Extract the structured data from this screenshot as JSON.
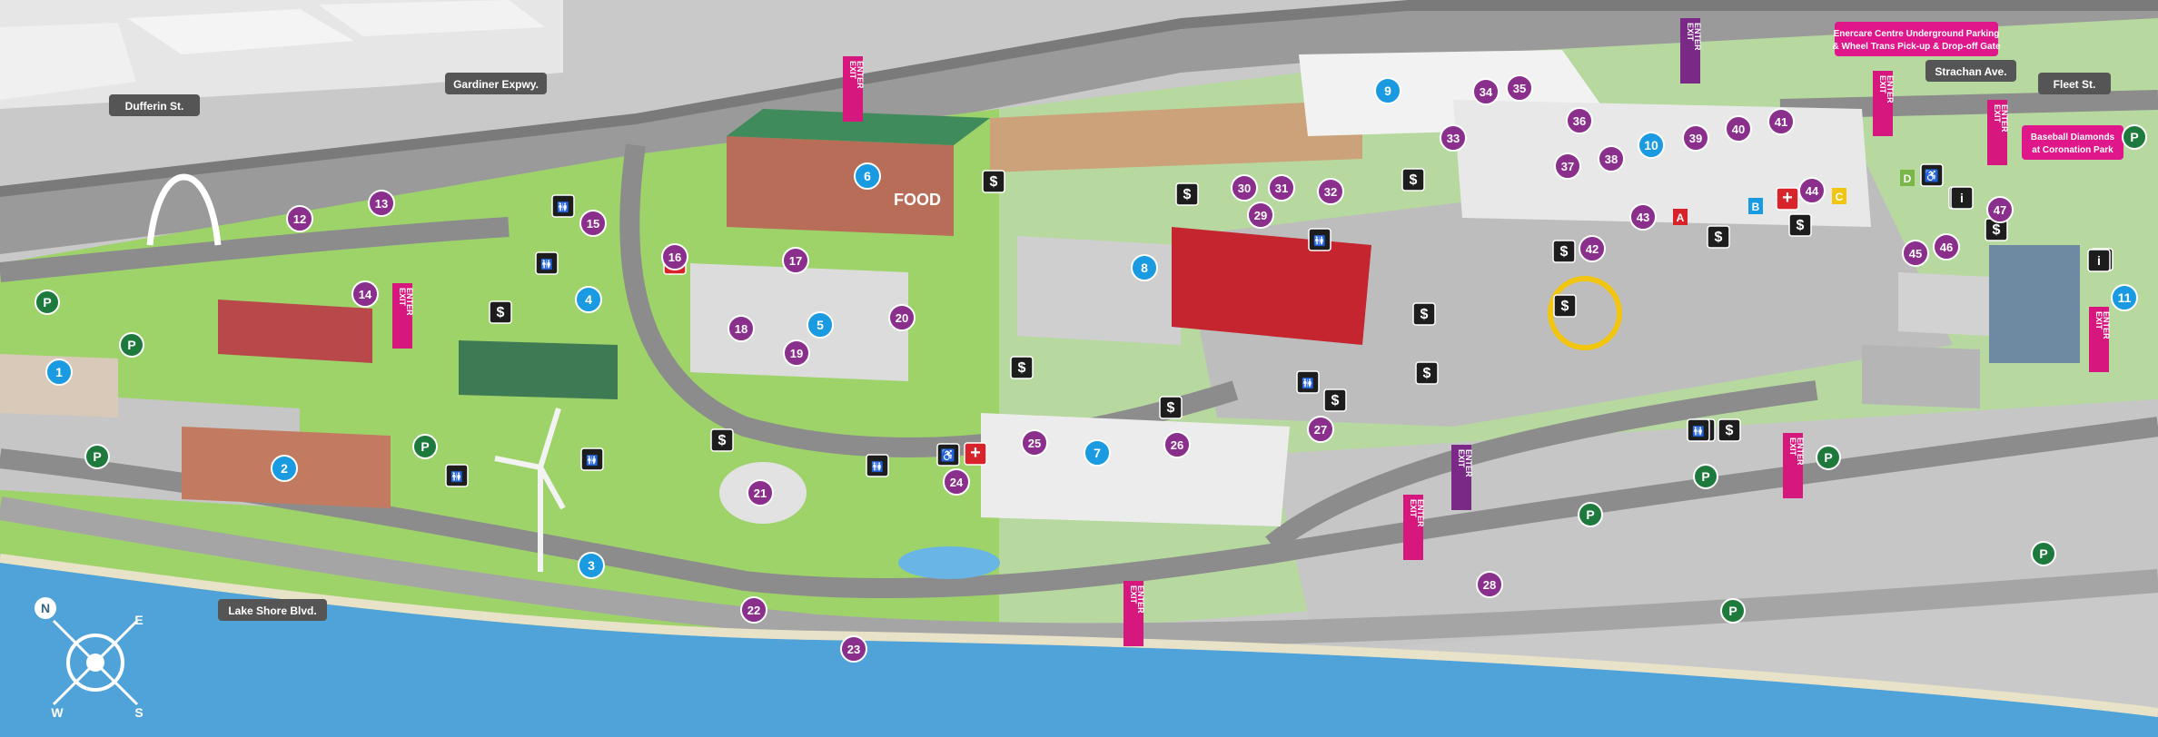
{
  "map": {
    "street_labels": {
      "dufferin": "Dufferin St.",
      "gardiner": "Gardiner Expwy.",
      "strachan": "Strachan Ave.",
      "fleet": "Fleet St.",
      "lakeshore": "Lake Shore Blvd."
    },
    "callouts": {
      "enercare": [
        "Enercare Centre Underground Parking",
        "& Wheel Trans Pick-up & Drop-off Gate"
      ],
      "baseball": [
        "Baseball Diamonds",
        "at Coronation Park"
      ]
    },
    "exit_sign": {
      "exit": "EXIT",
      "enter": "ENTER"
    },
    "symbols": {
      "parking": "P",
      "atm": "$",
      "washroom": "🚻",
      "first_aid": "+",
      "accessible": "♿",
      "info": "i"
    },
    "food_sign": "FOOD",
    "gate_letters": [
      "A",
      "B",
      "C",
      "D"
    ],
    "compass": {
      "n": "N",
      "e": "E",
      "s": "S",
      "w": "W"
    },
    "blue_markers": [
      "1",
      "2",
      "3",
      "4",
      "5",
      "6",
      "7",
      "8",
      "9",
      "10",
      "11"
    ],
    "purple_markers": [
      "12",
      "13",
      "14",
      "15",
      "16",
      "17",
      "18",
      "19",
      "20",
      "21",
      "22",
      "23",
      "24",
      "25",
      "26",
      "27",
      "28",
      "29",
      "30",
      "31",
      "32",
      "33",
      "34",
      "35",
      "36",
      "37",
      "38",
      "39",
      "40",
      "41",
      "42",
      "43",
      "44",
      "45",
      "46",
      "47"
    ],
    "colors": {
      "grass": "#9ed36a",
      "road": "#8c8c8c",
      "lot": "#c6c6c6",
      "water": "#4fa3d9",
      "blue_marker": "#1a9ae0",
      "purple_marker": "#8a2f8c",
      "exit_pink": "#d6177d",
      "exit_purple": "#7a2a86",
      "parking_green": "#1e7a3c",
      "brand_magenta": "#e0168b"
    }
  }
}
